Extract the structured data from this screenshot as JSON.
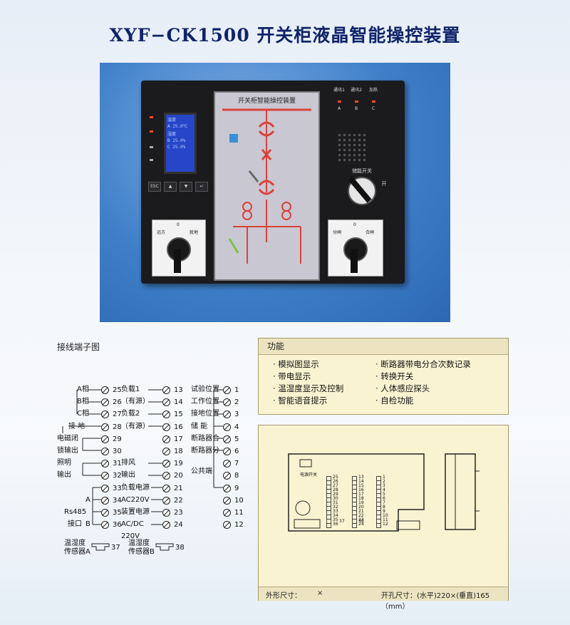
{
  "header": {
    "title": "XYF−CK1500 开关柜液晶智能操控装置"
  },
  "device": {
    "mimic_title": "开关柜智能操控装置",
    "indicators": [
      "通讯1",
      "通讯2",
      "加热"
    ],
    "phases": [
      "A",
      "B",
      "C"
    ],
    "energy_switch_label": "储能开关",
    "energy_switch_side": "开",
    "left_switch": {
      "left": "远方",
      "mid": "0",
      "right": "就地"
    },
    "right_switch": {
      "left": "分闸",
      "mid": "0",
      "right": "合闸"
    },
    "lcd_lines": [
      "温度",
      "A 25.0℃",
      "湿度",
      "B 25.0%",
      "C 25.0%"
    ],
    "key_labels": [
      "ESC",
      "▲",
      "▼",
      "↵"
    ]
  },
  "terminal_section": {
    "title": "接线端子图",
    "col1": {
      "numbers": [
        "25",
        "26",
        "27",
        "28",
        "29",
        "30",
        "31",
        "32",
        "33",
        "34",
        "35",
        "36"
      ],
      "labels": [
        {
          "text": "A相",
          "row": 0
        },
        {
          "text": "B相",
          "row": 1
        },
        {
          "text": "C相",
          "row": 2
        },
        {
          "text": "接    地",
          "row": 3
        },
        {
          "text": "电磁闭",
          "row": 4
        },
        {
          "text": "锁输出",
          "row": 5
        },
        {
          "text": "照明",
          "row": 6
        },
        {
          "text": "输出",
          "row": 7
        },
        {
          "text": "A",
          "row": 9
        },
        {
          "text": "Rs485",
          "row": 10
        },
        {
          "text": "接口",
          "row": 11
        },
        {
          "text": "B",
          "row": 11
        }
      ]
    },
    "col2": {
      "numbers": [
        "13",
        "14",
        "15",
        "16",
        "17",
        "18",
        "19",
        "20",
        "21",
        "22",
        "23",
        "24"
      ],
      "labels": [
        {
          "text": "负载1",
          "row": 0
        },
        {
          "text": "（有源）",
          "row": 1
        },
        {
          "text": "负载2",
          "row": 2
        },
        {
          "text": "（有源）",
          "row": 3
        },
        {
          "text": "排风",
          "row": 6
        },
        {
          "text": "输出",
          "row": 7
        },
        {
          "text": "负载电源",
          "row": 8
        },
        {
          "text": "AC220V",
          "row": 9
        },
        {
          "text": "装置电源",
          "row": 10
        },
        {
          "text": "AC/DC",
          "row": 11
        },
        {
          "text": "220V",
          "row": 12
        }
      ]
    },
    "col3": {
      "numbers": [
        "1",
        "2",
        "3",
        "4",
        "5",
        "6",
        "7",
        "8",
        "9",
        "10",
        "11",
        "12"
      ],
      "labels": [
        {
          "text": "试验位置",
          "row": 0
        },
        {
          "text": "工作位置",
          "row": 1
        },
        {
          "text": "接地位置",
          "row": 2
        },
        {
          "text": "储    能",
          "row": 3
        },
        {
          "text": "断路器合",
          "row": 4
        },
        {
          "text": "断路器分",
          "row": 5
        },
        {
          "text": "公共端",
          "row": 6.7
        }
      ]
    },
    "sensors": [
      {
        "label1": "温湿度",
        "label2": "传感器A",
        "num": "37"
      },
      {
        "label1": "温湿度",
        "label2": "传感器B",
        "num": "38"
      }
    ]
  },
  "functions": {
    "title": "功能",
    "left": [
      "· 模拟图显示",
      "· 带电显示",
      "· 温湿度显示及控制",
      "· 智能语音提示"
    ],
    "right": [
      "· 断路器带电分合次数记录",
      "· 转换开关",
      "· 人体感应探头",
      "· 自检功能"
    ]
  },
  "dimensions": {
    "power_switch_label": "电源开关",
    "outline_label": "外形尺寸：",
    "outline_value": "×",
    "cutout_label": "开孔尺寸：(水平)220×(垂直)165（mm）",
    "terminal_cols": [
      [
        "25",
        "26",
        "27",
        "28",
        "29",
        "30",
        "31",
        "32",
        "33",
        "34",
        "35",
        "36"
      ],
      [
        "13",
        "14",
        "15",
        "16",
        "17",
        "18",
        "19",
        "20",
        "21",
        "22",
        "23",
        "24"
      ],
      [
        "1",
        "2",
        "3",
        "4",
        "5",
        "6",
        "7",
        "8",
        "9",
        "10",
        "11",
        "12"
      ]
    ],
    "sensor_nums": [
      "37",
      "38"
    ]
  }
}
